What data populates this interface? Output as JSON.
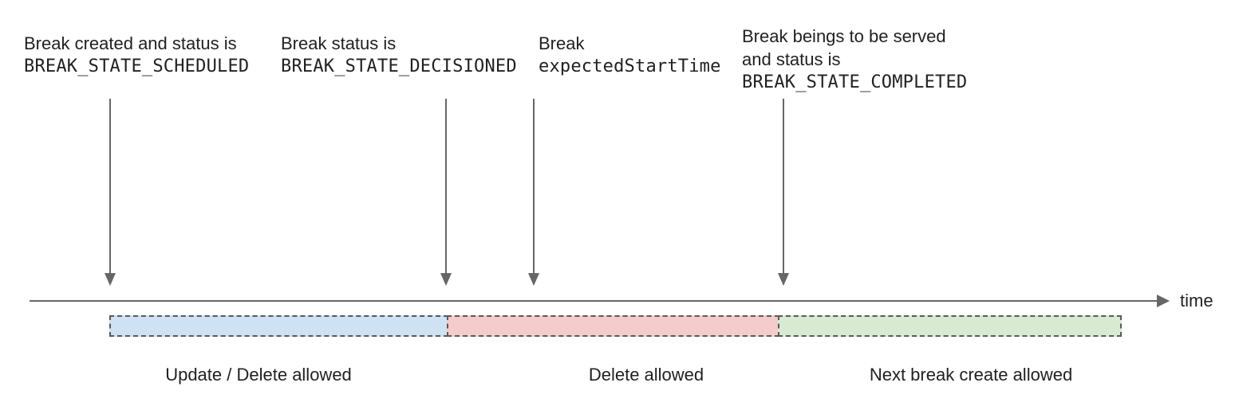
{
  "events": [
    {
      "text": "Break created and status is",
      "code": "BREAK_STATE_SCHEDULED"
    },
    {
      "text": "Break status is",
      "code": "BREAK_STATE_DECISIONED"
    },
    {
      "text": "Break",
      "code": "expectedStartTime"
    },
    {
      "text": "Break beings to be served\nand status is",
      "code": "BREAK_STATE_COMPLETED"
    }
  ],
  "timeline": {
    "axis_label": "time"
  },
  "segments": [
    {
      "label": "Update / Delete allowed",
      "fill": "#cfe2f3"
    },
    {
      "label": "Delete allowed",
      "fill": "#f4cccc"
    },
    {
      "label": "Next break create allowed",
      "fill": "#d9ead3"
    }
  ],
  "colors": {
    "line": "#666666",
    "segment_border": "#595959",
    "text": "#202124"
  }
}
